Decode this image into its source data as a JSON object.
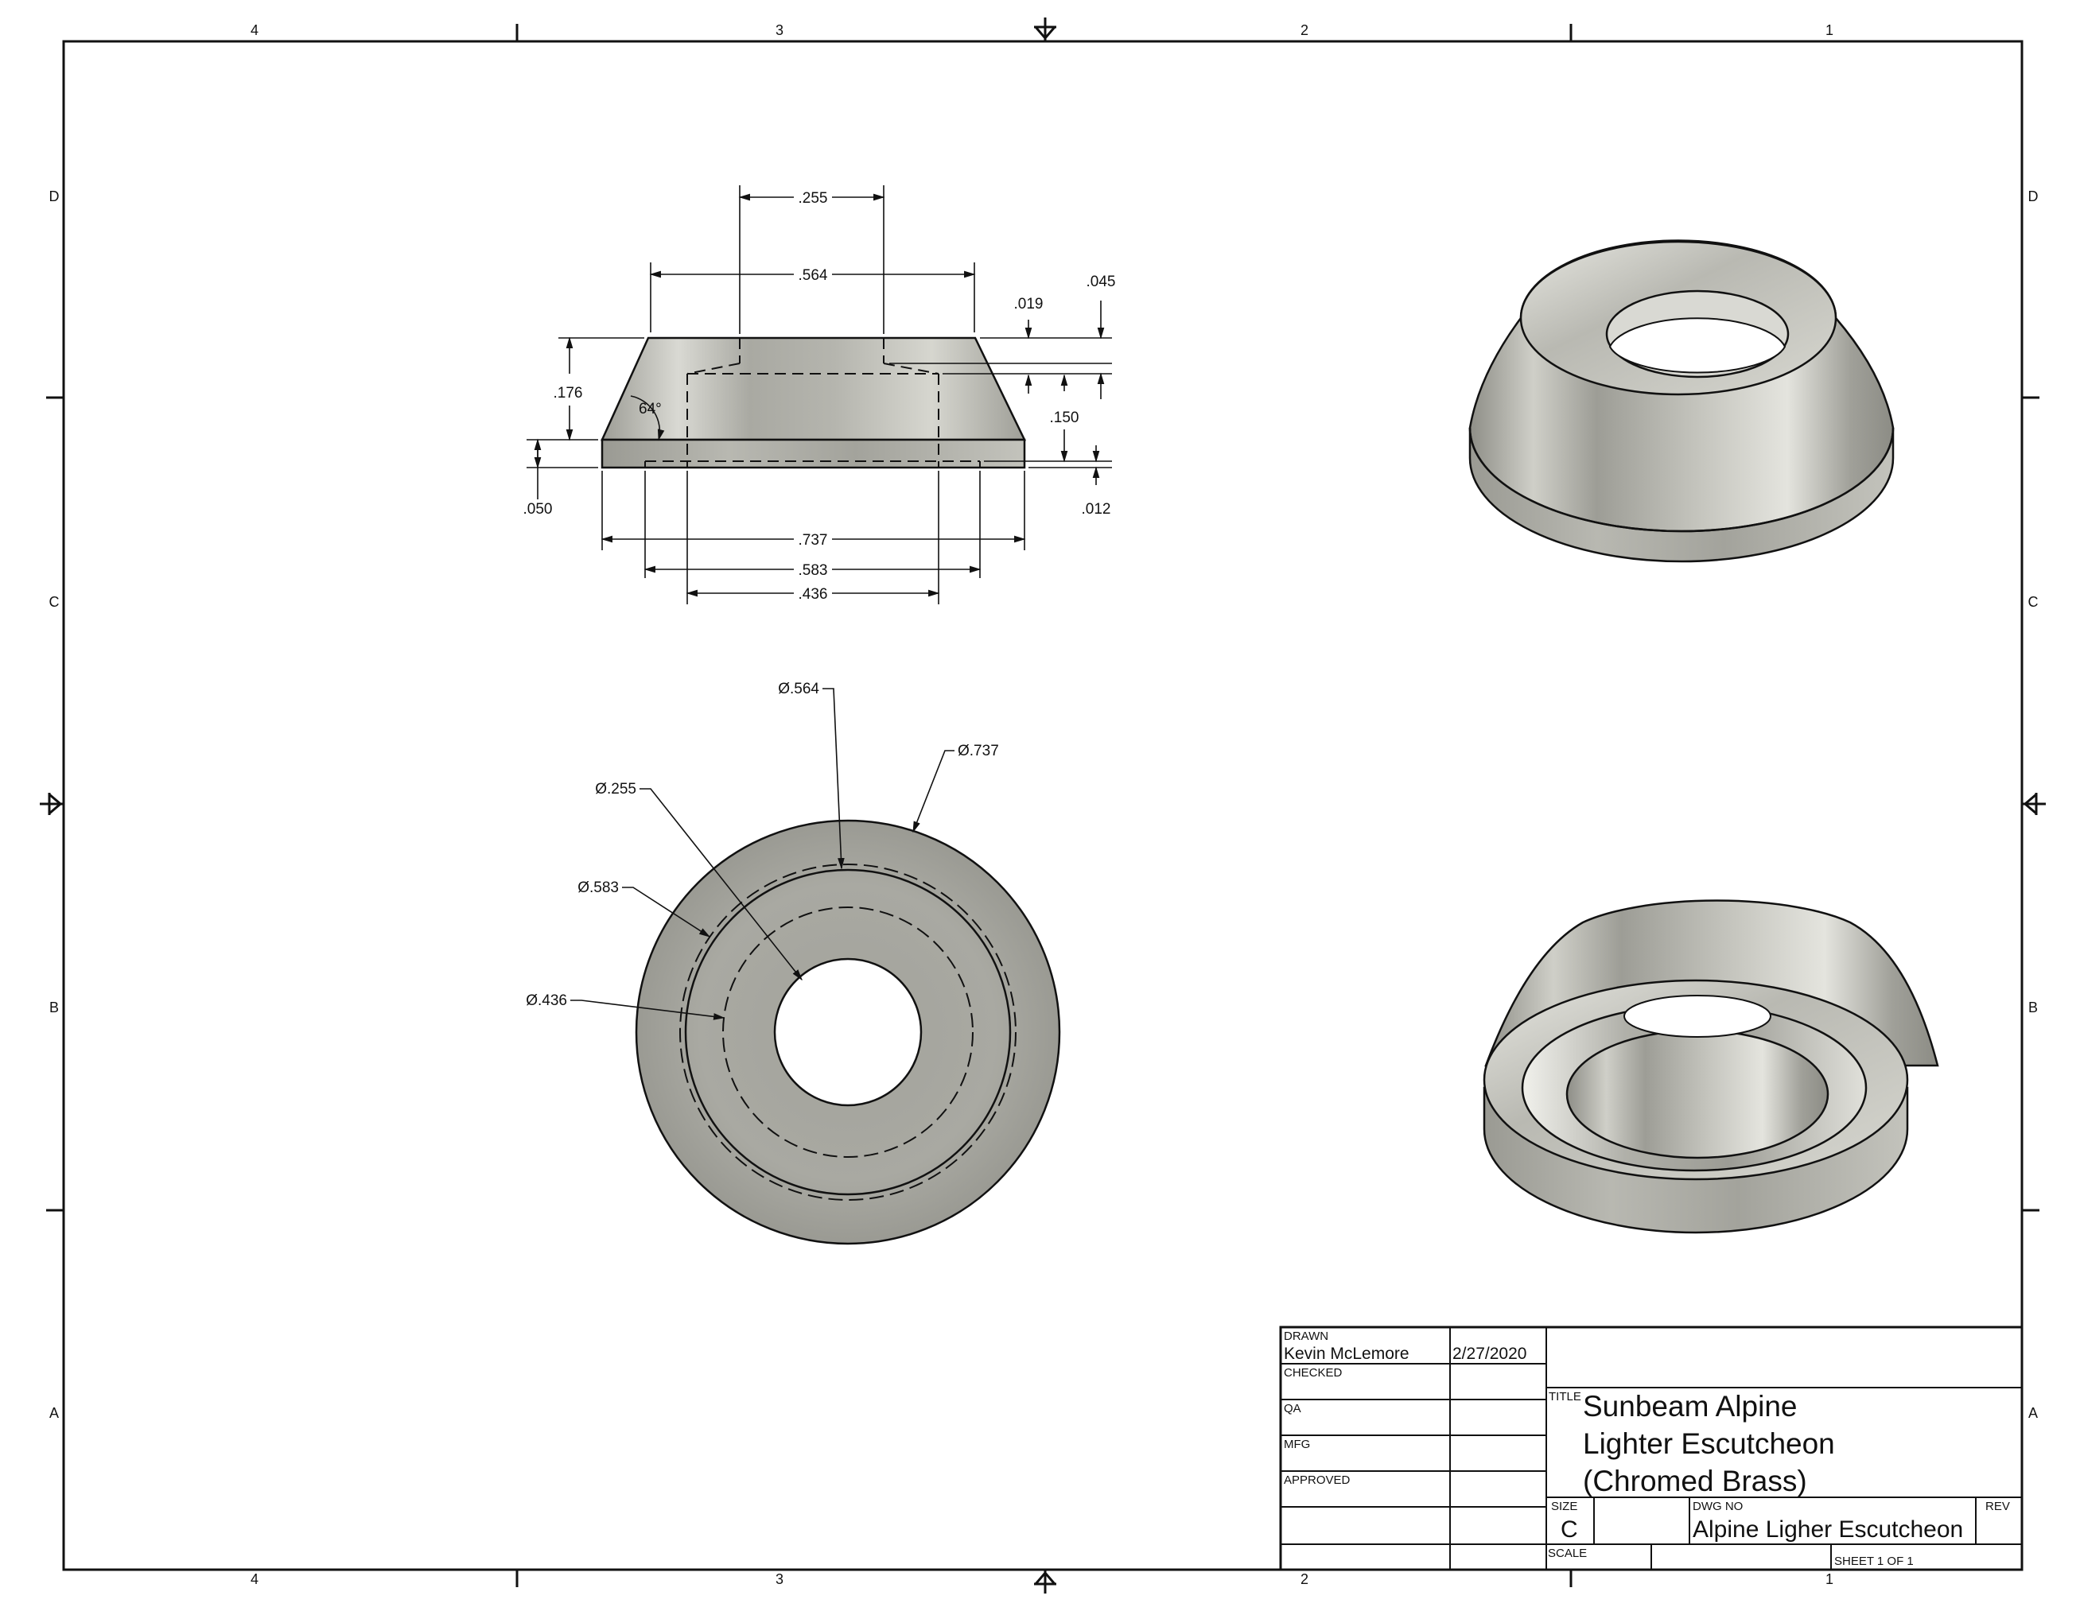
{
  "zones": {
    "columns": [
      "4",
      "3",
      "2",
      "1"
    ],
    "rows": [
      "D",
      "C",
      "B",
      "A"
    ]
  },
  "front_view": {
    "dims": {
      "d255": ".255",
      "d564": ".564",
      "d019": ".019",
      "d045": ".045",
      "d176": ".176",
      "angle": "64°",
      "d150": ".150",
      "d050": ".050",
      "d012": ".012",
      "d737": ".737",
      "d583": ".583",
      "d436": ".436"
    }
  },
  "top_view": {
    "callouts": {
      "c564": "Ø.564",
      "c737": "Ø.737",
      "c255": "Ø.255",
      "c583": "Ø.583",
      "c436": "Ø.436"
    }
  },
  "title_block": {
    "drawn_label": "DRAWN",
    "drawn_by": "Kevin McLemore",
    "drawn_date": "2/27/2020",
    "checked_label": "CHECKED",
    "qa_label": "QA",
    "mfg_label": "MFG",
    "approved_label": "APPROVED",
    "title_label": "TITLE",
    "title_line1": "Sunbeam Alpine",
    "title_line2": "Lighter Escutcheon",
    "title_line3": "(Chromed Brass)",
    "size_label": "SIZE",
    "size_value": "C",
    "dwg_no_label": "DWG NO",
    "dwg_no_value": "Alpine Ligher Escutcheon",
    "rev_label": "REV",
    "scale_label": "SCALE",
    "sheet_label": "SHEET 1  OF 1"
  },
  "colors": {
    "metal_light": "#c9c9c2",
    "metal_mid": "#a7a79f",
    "metal_dark": "#8d8d86",
    "line": "#111111"
  }
}
